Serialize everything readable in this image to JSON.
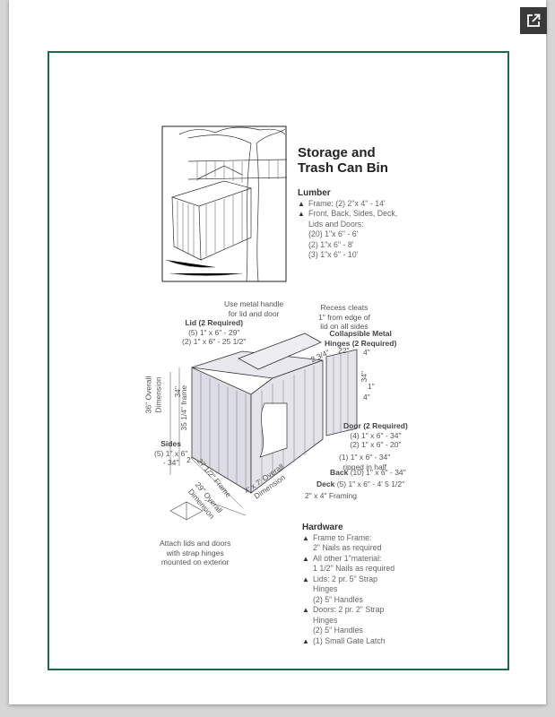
{
  "toolbar": {
    "open_icon": "external-link-icon"
  },
  "document": {
    "title_line1": "Storage and",
    "title_line2": "Trash Can Bin",
    "lumber": {
      "heading": "Lumber",
      "items": [
        "Frame: (2) 2\"x 4\" - 14'",
        "Front, Back, Sides, Deck,"
      ],
      "sub": [
        "Lids and Doors:",
        "(20) 1\"x 6\" -  6'",
        "(2) 1\"x 6\" -  8'",
        "(3) 1\"x 6\" - 10'"
      ]
    },
    "hardware": {
      "heading": "Hardware",
      "lines": [
        {
          "bullet": true,
          "text": "Frame to Frame:"
        },
        {
          "bullet": false,
          "text": "2\" Nails as required"
        },
        {
          "bullet": true,
          "text": "All other 1\"material:"
        },
        {
          "bullet": false,
          "text": "1 1/2\" Nails as required"
        },
        {
          "bullet": true,
          "text": "Lids: 2 pr. 5\" Strap"
        },
        {
          "bullet": false,
          "text": "Hinges"
        },
        {
          "bullet": false,
          "text": "(2) 5\" Handles"
        },
        {
          "bullet": true,
          "text": "Doors: 2 pr. 2\" Strap"
        },
        {
          "bullet": false,
          "text": "Hinges"
        },
        {
          "bullet": false,
          "text": "(2) 5\" Handles"
        },
        {
          "bullet": true,
          "text": "(1) Small Gate Latch"
        }
      ]
    },
    "diagram": {
      "handle_note": [
        "Use metal handle",
        "for lid and door"
      ],
      "recess_note": [
        "Recess cleats",
        "1\" from edge of",
        "lid on all sides"
      ],
      "lid": {
        "label": "Lid (2 Required)",
        "l1": "(5) 1\" x 6\" - 29\"",
        "l2": "(2) 1\" x 6\" - 25 1/2\""
      },
      "hinges": {
        "l1": "Collapsible Metal",
        "l2": "Hinges (2 Required)"
      },
      "dims": {
        "d1": "2 3/4\"",
        "d2": "22\"",
        "d3": "4\"",
        "d4": "34\"",
        "d5": "1\"",
        "d6": "4\""
      },
      "height": {
        "overall1": "36\" Overall",
        "overall2": "Dimension",
        "h34": "34\"",
        "frame": "35 1/4\" frame"
      },
      "sides": {
        "label": "Sides",
        "l1": "(5) 1\" x 6\"",
        "l2": "- 34\"",
        "two": "2\""
      },
      "width": {
        "frame": "27 1/2\" Frame",
        "overall1": "29\" Overall",
        "overall2": "Dimension"
      },
      "length": {
        "l1": "4' x 7' Overall",
        "l2": "Dimension"
      },
      "door": {
        "label": "Door (2 Required)",
        "l1": "(4) 1\" x 6\" - 34\"",
        "l2": "(2) 1\" x 6\" - 20\""
      },
      "ripped": {
        "l1": "(1) 1\" x 6\" - 34\"",
        "l2": "ripped in half"
      },
      "back": {
        "label": "Back",
        "text": "(10) 1\" x 6\" - 34\""
      },
      "deck": {
        "label": "Deck",
        "text": "(5) 1\" x 6\" - 4' 5 1/2\""
      },
      "framing": "2\" x 4\"  Framing",
      "attach_note": [
        "Attach lids and doors",
        "with strap hinges",
        "mounted on exterior"
      ]
    }
  }
}
